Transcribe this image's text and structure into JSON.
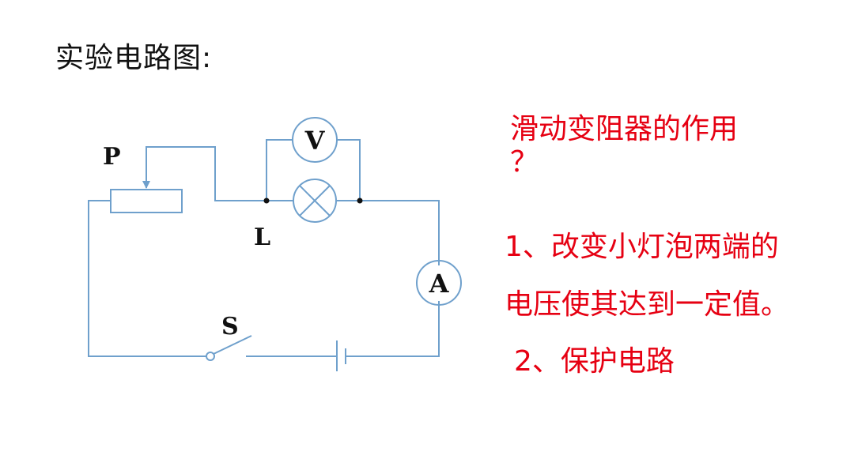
{
  "slide": {
    "title": "实验电路图:"
  },
  "circuit": {
    "labels": {
      "rheostat_slider": "P",
      "lamp": "L",
      "switch": "S",
      "voltmeter": "V",
      "ammeter": "A"
    },
    "wire_color": "#6fa0cc"
  },
  "notes": {
    "question_line1": "滑动变阻器的作用",
    "question_line2": "？",
    "answer1_line1": "1、改变小灯泡两端的",
    "answer1_line2": "电压使其达到一定值。",
    "answer2": "2、保护电路",
    "color": "#e60012"
  }
}
